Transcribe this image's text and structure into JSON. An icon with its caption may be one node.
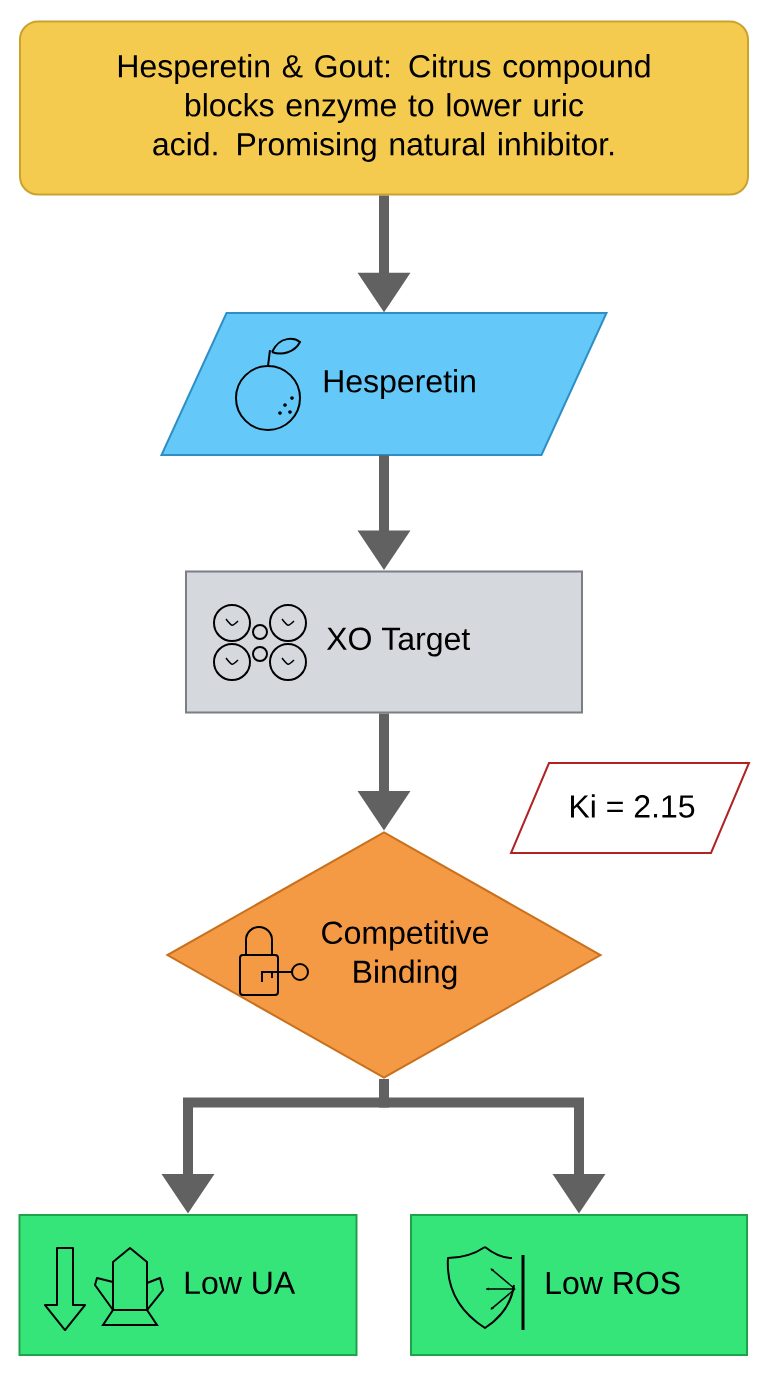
{
  "diagram": {
    "nodes": [
      {
        "text": [
          "Hesperetin & Gout: Citrus compound blocks enzyme to lower uric acid. Promising natural inhibitor."
        ]
      },
      {
        "text": [
          "Hesperetin"
        ]
      },
      {
        "text": [
          "XO Target"
        ]
      },
      {
        "text": [
          "Ki = 2.15"
        ]
      },
      {
        "text": [
          "Competitive Binding"
        ]
      },
      {
        "text": [
          "Low UA"
        ]
      },
      {
        "text": [
          "Low ROS"
        ]
      }
    ],
    "edges": [
      {
        "from": 0,
        "to": 1,
        "arrow": "to"
      },
      {
        "from": 1,
        "to": 2,
        "arrow": "to"
      },
      {
        "from": 2,
        "to": 4,
        "arrow": "to"
      },
      {
        "from": 4,
        "to": 5,
        "arrow": "to"
      },
      {
        "from": 4,
        "to": 6,
        "arrow": "to"
      }
    ]
  }
}
